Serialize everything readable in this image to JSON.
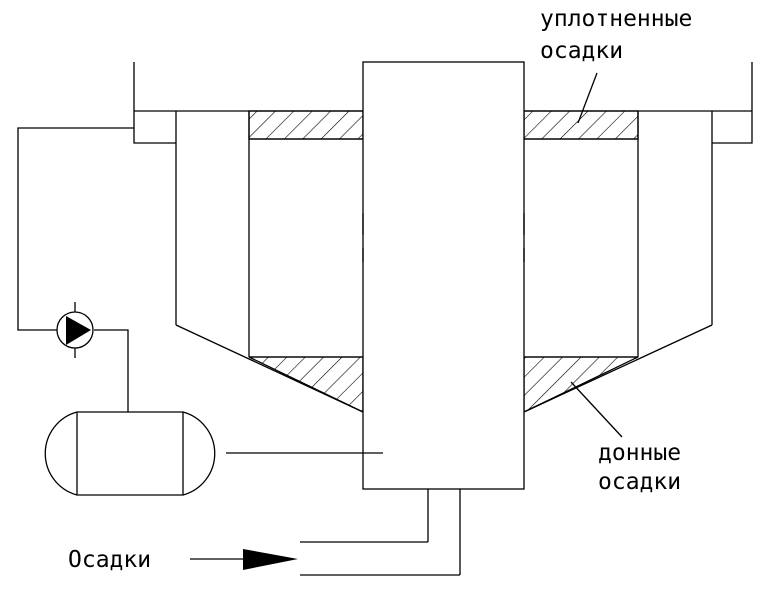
{
  "labels": {
    "compacted_line1": "уплотненные",
    "compacted_line2": "осадки",
    "bottom_line1": "донные",
    "bottom_line2": "осадки",
    "input": "Осадки"
  }
}
